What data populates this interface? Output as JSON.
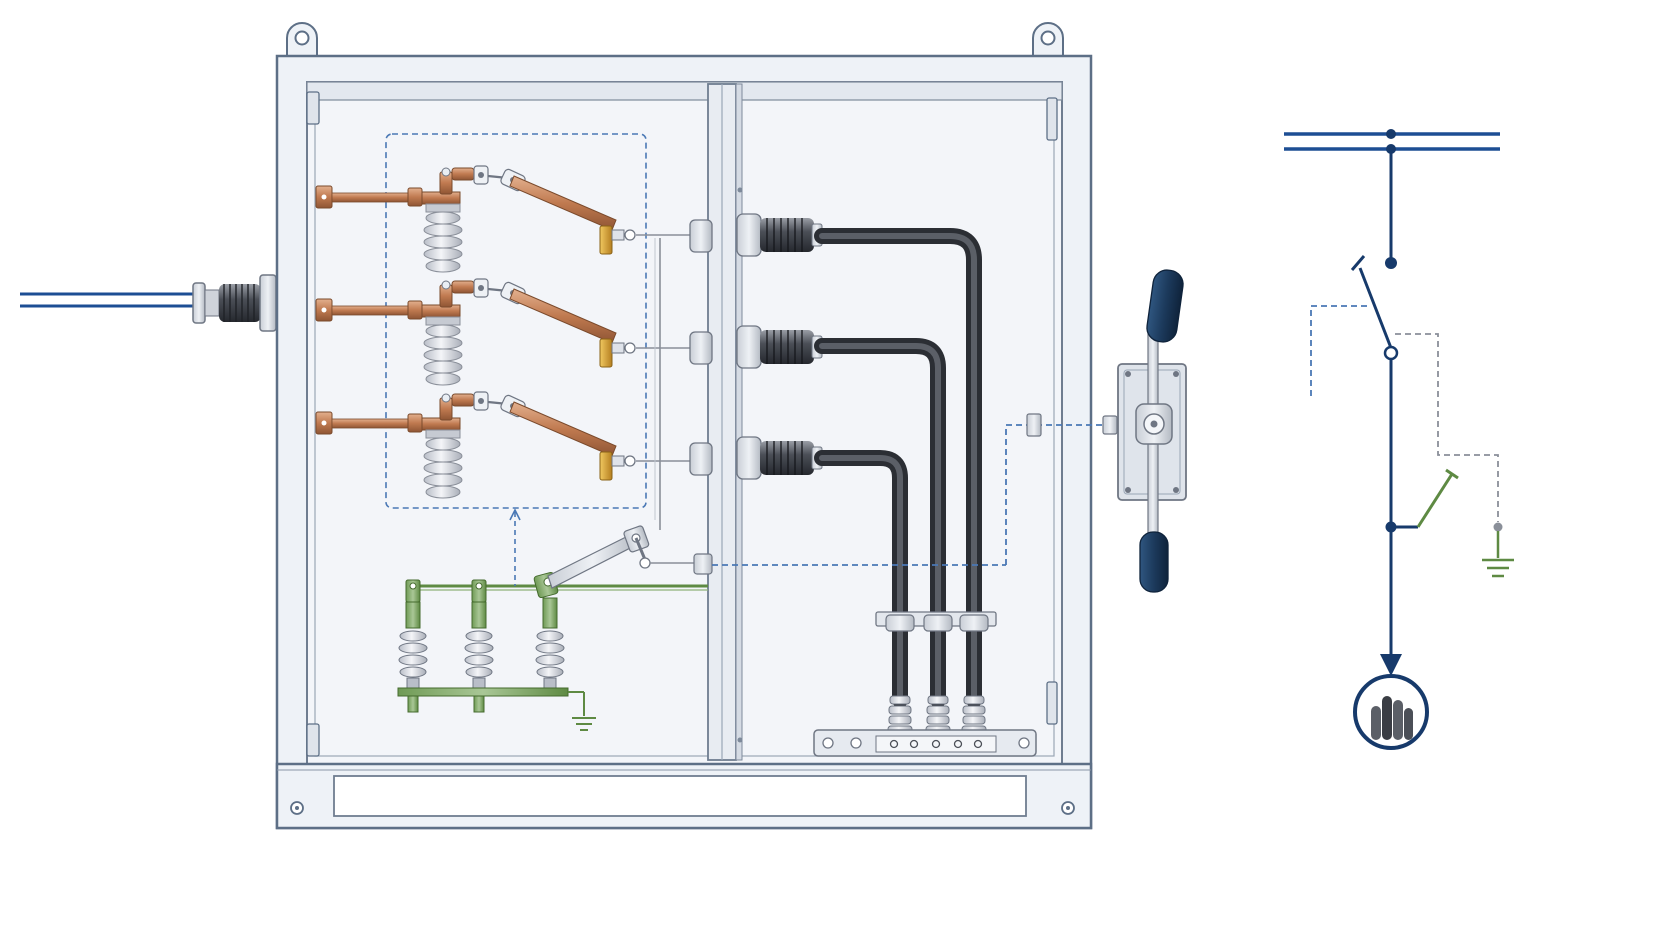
{
  "diagram": {
    "type": "switchgear-panel-with-single-line-schematic",
    "text_labels": [],
    "phases": 3,
    "components": [
      "incoming-line",
      "cable-bushing",
      "lifting-eye",
      "enclosure-frame",
      "center-partition",
      "busbar",
      "post-insulator",
      "disconnector-blade",
      "fixed-contact",
      "wall-bushing",
      "outgoing-cable",
      "cable-clamp",
      "cable-gland-plate",
      "earthing-switch",
      "earthing-insulator",
      "ground-symbol",
      "operating-handle",
      "mechanical-linkage",
      "door-hinge",
      "schematic-busbar",
      "schematic-disconnector",
      "schematic-earthing-switch",
      "schematic-load-motor"
    ],
    "colors": {
      "frame_stroke": "#5d6f86",
      "frame_fill": "#eef2f7",
      "interior_fill": "#f3f5f9",
      "line_blue": "#1d4e94",
      "schematic_navy": "#173a6b",
      "copper": "#c07a50",
      "copper_light": "#d9a17d",
      "brass": "#d4a038",
      "insulator": "#d7dbe2",
      "cable_dark": "#3a3d44",
      "earth_green": "#5e8a43",
      "earth_green_light": "#8fb27a",
      "linkage_dash": "#4a78b5",
      "handle_knob": "#1c3a5c",
      "dashed_gray": "#8a8f99"
    }
  }
}
